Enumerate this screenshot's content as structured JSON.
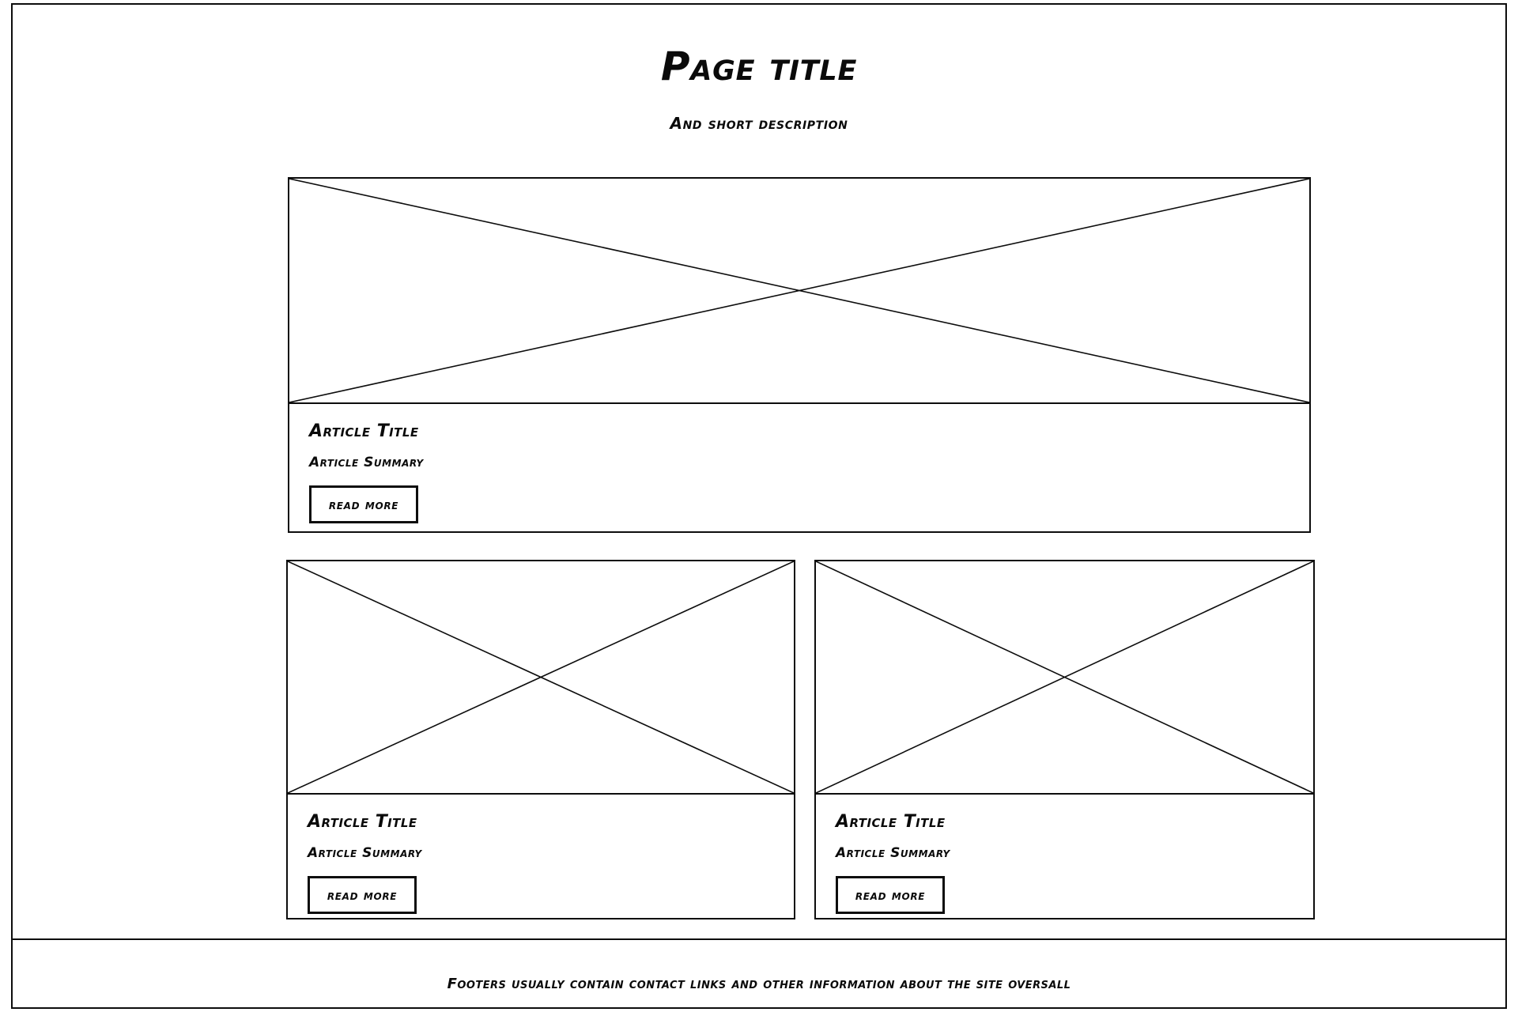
{
  "header": {
    "title": "Page title",
    "subtitle": "And short description"
  },
  "cards": [
    {
      "id": "hero",
      "media_placeholder": "image-placeholder-cross",
      "title": "Article Title",
      "summary": "Article Summary",
      "button_label": "read more"
    },
    {
      "id": "left",
      "media_placeholder": "image-placeholder-cross",
      "title": "Article Title",
      "summary": "Article Summary",
      "button_label": "read more"
    },
    {
      "id": "right",
      "media_placeholder": "image-placeholder-cross",
      "title": "Article Title",
      "summary": "Article Summary",
      "button_label": "read more"
    }
  ],
  "footer": {
    "text": "Footers usually contain contact links and other information about the site oversall"
  },
  "colors": {
    "ink": "#0d0d0d",
    "paper": "#ffffff"
  }
}
